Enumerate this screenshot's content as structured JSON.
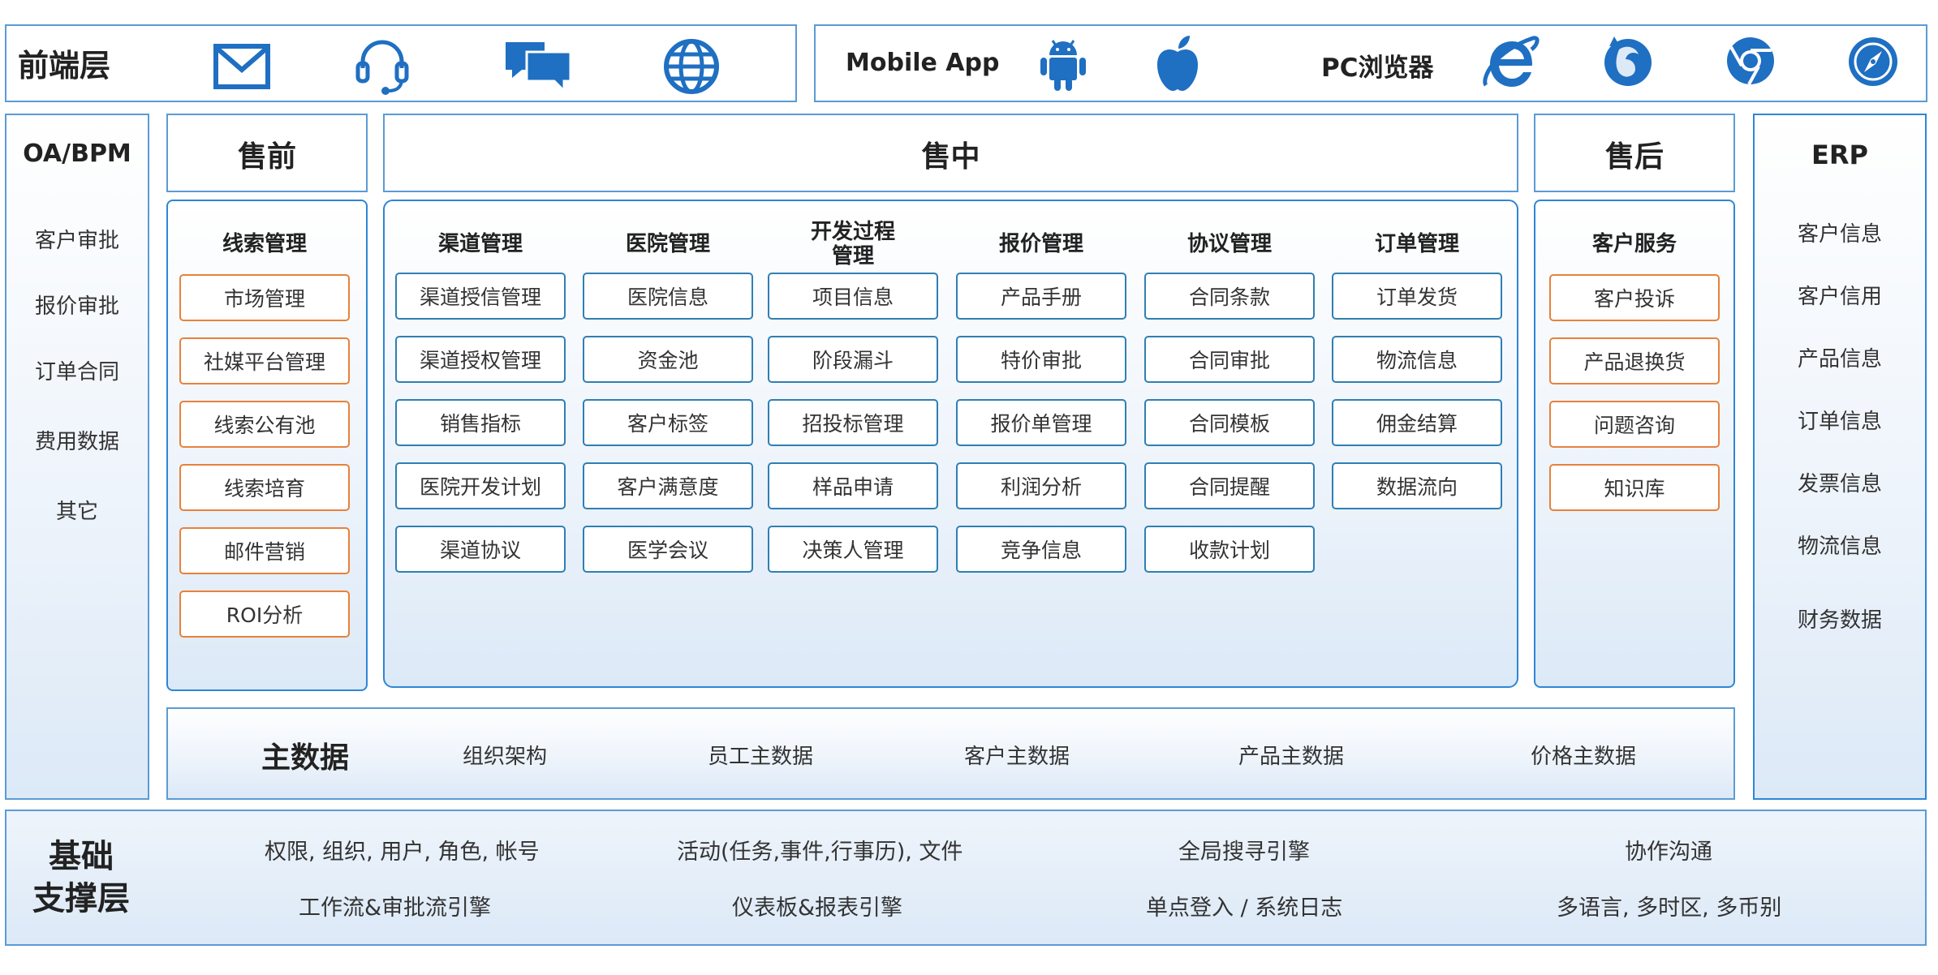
{
  "frontend": {
    "title": "前端层",
    "mobile_label": "Mobile App",
    "pc_label": "PC浏览器",
    "icons_left": [
      "mail-icon",
      "headset-icon",
      "chat-icon",
      "globe-icon"
    ],
    "icons_mobile": [
      "android-icon",
      "apple-icon"
    ],
    "icons_browser": [
      "ie-icon",
      "firefox-icon",
      "chrome-icon",
      "safari-icon"
    ]
  },
  "oa": {
    "title": "OA/BPM",
    "items": [
      "客户审批",
      "报价审批",
      "订单合同",
      "费用数据",
      "其它"
    ]
  },
  "erp": {
    "title": "ERP",
    "items": [
      "客户信息",
      "客户信用",
      "产品信息",
      "订单信息",
      "发票信息",
      "物流信息",
      "财务数据"
    ]
  },
  "presale": {
    "title": "售前",
    "module": "线索管理",
    "items": [
      "市场管理",
      "社媒平台管理",
      "线索公有池",
      "线索培育",
      "邮件营销",
      "ROI分析"
    ]
  },
  "insale": {
    "title": "售中",
    "columns": [
      {
        "name": "渠道管理",
        "items": [
          "渠道授信管理",
          "渠道授权管理",
          "销售指标",
          "医院开发计划",
          "渠道协议"
        ]
      },
      {
        "name": "医院管理",
        "items": [
          "医院信息",
          "资金池",
          "客户标签",
          "客户满意度",
          "医学会议"
        ]
      },
      {
        "name": "开发过程\n管理",
        "items": [
          "项目信息",
          "阶段漏斗",
          "招投标管理",
          "样品申请",
          "决策人管理"
        ]
      },
      {
        "name": "报价管理",
        "items": [
          "产品手册",
          "特价审批",
          "报价单管理",
          "利润分析",
          "竞争信息"
        ]
      },
      {
        "name": "协议管理",
        "items": [
          "合同条款",
          "合同审批",
          "合同模板",
          "合同提醒",
          "收款计划"
        ]
      },
      {
        "name": "订单管理",
        "items": [
          "订单发货",
          "物流信息",
          "佣金结算",
          "数据流向"
        ]
      }
    ]
  },
  "aftersale": {
    "title": "售后",
    "module": "客户服务",
    "items": [
      "客户投诉",
      "产品退换货",
      "问题咨询",
      "知识库"
    ]
  },
  "masterdata": {
    "title": "主数据",
    "items": [
      "组织架构",
      "员工主数据",
      "客户主数据",
      "产品主数据",
      "价格主数据"
    ]
  },
  "base": {
    "title_line1": "基础",
    "title_line2": "支撑层",
    "row1": [
      "权限, 组织, 用户, 角色, 帐号",
      "活动(任务,事件,行事历), 文件",
      "全局搜寻引擎",
      "协作沟通"
    ],
    "row2": [
      "工作流&审批流引擎",
      "仪表板&报表引擎",
      "单点登入 / 系统日志",
      "多语言, 多时区, 多币别"
    ]
  },
  "colors": {
    "accent": "#1f6fc2",
    "border": "#5b9bd5",
    "orange": "#e8813a",
    "box_border": "#2f7fb3"
  }
}
